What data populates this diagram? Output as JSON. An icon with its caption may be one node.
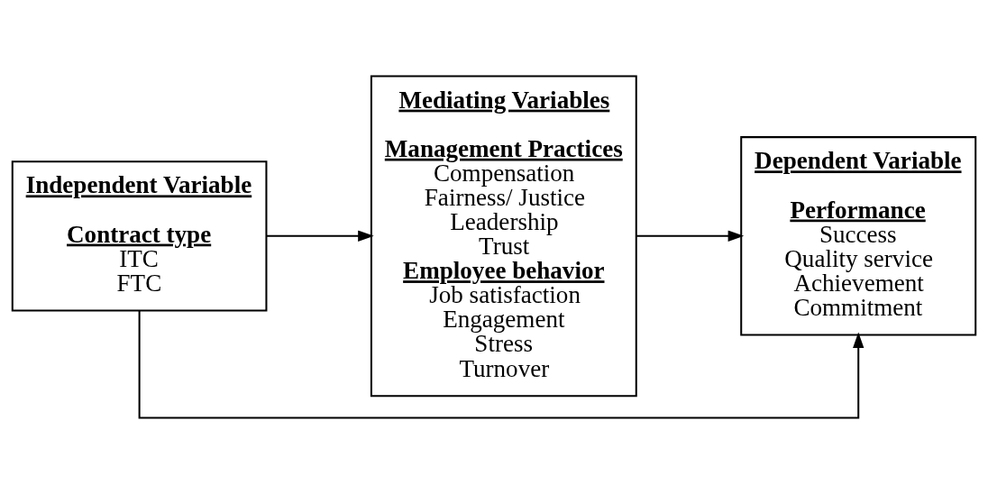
{
  "diagram": {
    "nodes": [
      {
        "text": [
          "Independent Variable",
          "Contract type",
          "ITC",
          "FTC"
        ]
      },
      {
        "text": [
          "Mediating Variables",
          "Management Practices",
          "Compensation",
          "Fairness/ Justice",
          "Leadership",
          "Trust",
          "Employee behavior",
          "Job satisfaction",
          "Engagement",
          "Stress",
          "Turnover"
        ]
      },
      {
        "text": [
          "Dependent Variable",
          "Performance",
          "Success",
          "Quality service",
          "Achievement",
          "Commitment"
        ]
      }
    ],
    "edges": [
      {
        "from": 0,
        "to": 1,
        "arrow": "to"
      },
      {
        "from": 1,
        "to": 2,
        "arrow": "to"
      },
      {
        "from": 0,
        "to": 2,
        "arrow": "to"
      }
    ]
  }
}
